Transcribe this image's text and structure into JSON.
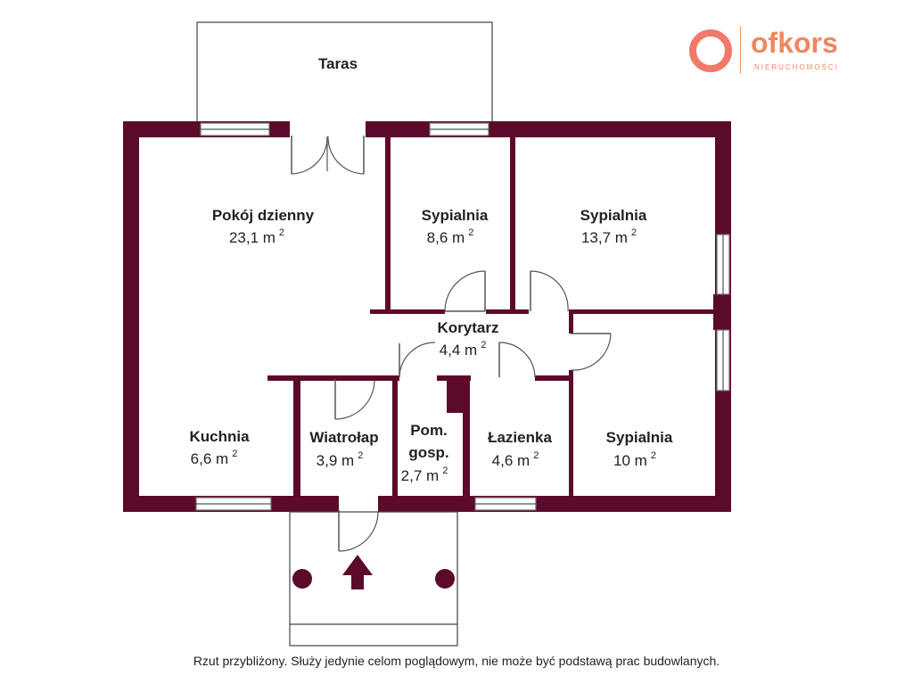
{
  "rooms": {
    "terrace": {
      "name": "Taras"
    },
    "living": {
      "name": "Pokój dzienny",
      "area": "23,1 m",
      "unit_exp": "2"
    },
    "bed1": {
      "name": "Sypialnia",
      "area": "8,6 m",
      "unit_exp": "2"
    },
    "bed2": {
      "name": "Sypialnia",
      "area": "13,7 m",
      "unit_exp": "2"
    },
    "corridor": {
      "name": "Korytarz",
      "area": "4,4 m",
      "unit_exp": "2"
    },
    "kitchen": {
      "name": "Kuchnia",
      "area": "6,6 m",
      "unit_exp": "2"
    },
    "vestibule": {
      "name": "Wiatrołap",
      "area": "3,9 m",
      "unit_exp": "2"
    },
    "utility": {
      "name_line1": "Pom.",
      "name_line2": "gosp.",
      "area": "2,7 m",
      "unit_exp": "2"
    },
    "bathroom": {
      "name": "Łazienka",
      "area": "4,6 m",
      "unit_exp": "2"
    },
    "bed3": {
      "name": "Sypialnia",
      "area": "10 m",
      "unit_exp": "2"
    }
  },
  "logo": {
    "name": "ofkors",
    "subtitle": "NIERUCHOMOŚCI",
    "brand_color": "#f0875f"
  },
  "colors": {
    "wall": "#5c0a2a"
  },
  "footnote": "Rzut przybliżony. Służy jedynie celom poglądowym, nie może być podstawą prac budowlanych."
}
